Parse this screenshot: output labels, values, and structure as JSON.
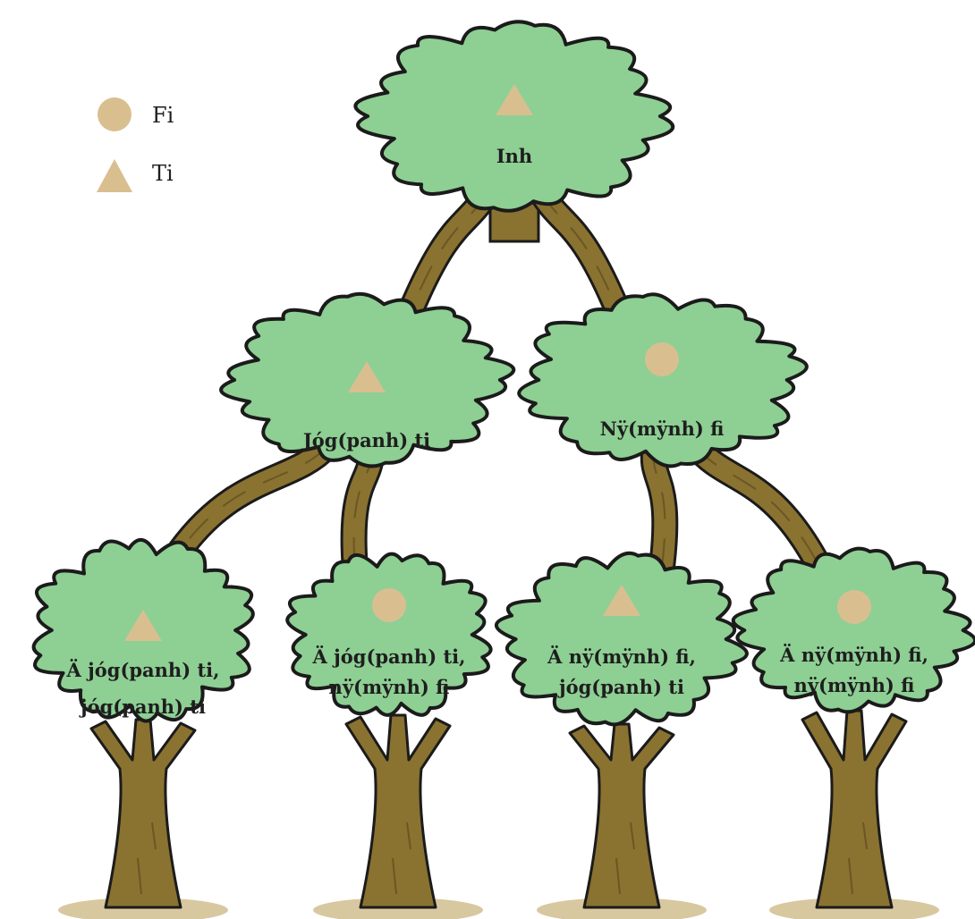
{
  "legend": [
    {
      "symbol": "circle",
      "label": "Fi"
    },
    {
      "symbol": "triangle",
      "label": "Ti"
    }
  ],
  "colors": {
    "canopy": "#8ecf94",
    "outline": "#1b1b1b",
    "trunk": "#8a7230",
    "trunk_dark": "#6b5624",
    "symbol": "#d9bf90",
    "ground": "#d8c8a0"
  },
  "nodes": {
    "root": {
      "symbol": "triangle",
      "lines": [
        "Inh"
      ]
    },
    "left": {
      "symbol": "triangle",
      "lines": [
        "Jóg(panh) ti"
      ]
    },
    "right": {
      "symbol": "circle",
      "lines": [
        "Nÿ(mÿnh) fi"
      ]
    },
    "ll": {
      "symbol": "triangle",
      "lines": [
        "Ä jóg(panh) ti,",
        "jóg(panh) ti"
      ]
    },
    "lr": {
      "symbol": "circle",
      "lines": [
        "Ä jóg(panh) ti,",
        "nÿ(mÿnh) fi"
      ]
    },
    "rl": {
      "symbol": "triangle",
      "lines": [
        "Ä nÿ(mÿnh) fi,",
        "jóg(panh) ti"
      ]
    },
    "rr": {
      "symbol": "circle",
      "lines": [
        "Ä nÿ(mÿnh) fi,",
        "nÿ(mÿnh) fi"
      ]
    }
  },
  "edges": [
    [
      "root",
      "left"
    ],
    [
      "root",
      "right"
    ],
    [
      "left",
      "ll"
    ],
    [
      "left",
      "lr"
    ],
    [
      "right",
      "rl"
    ],
    [
      "right",
      "rr"
    ]
  ]
}
